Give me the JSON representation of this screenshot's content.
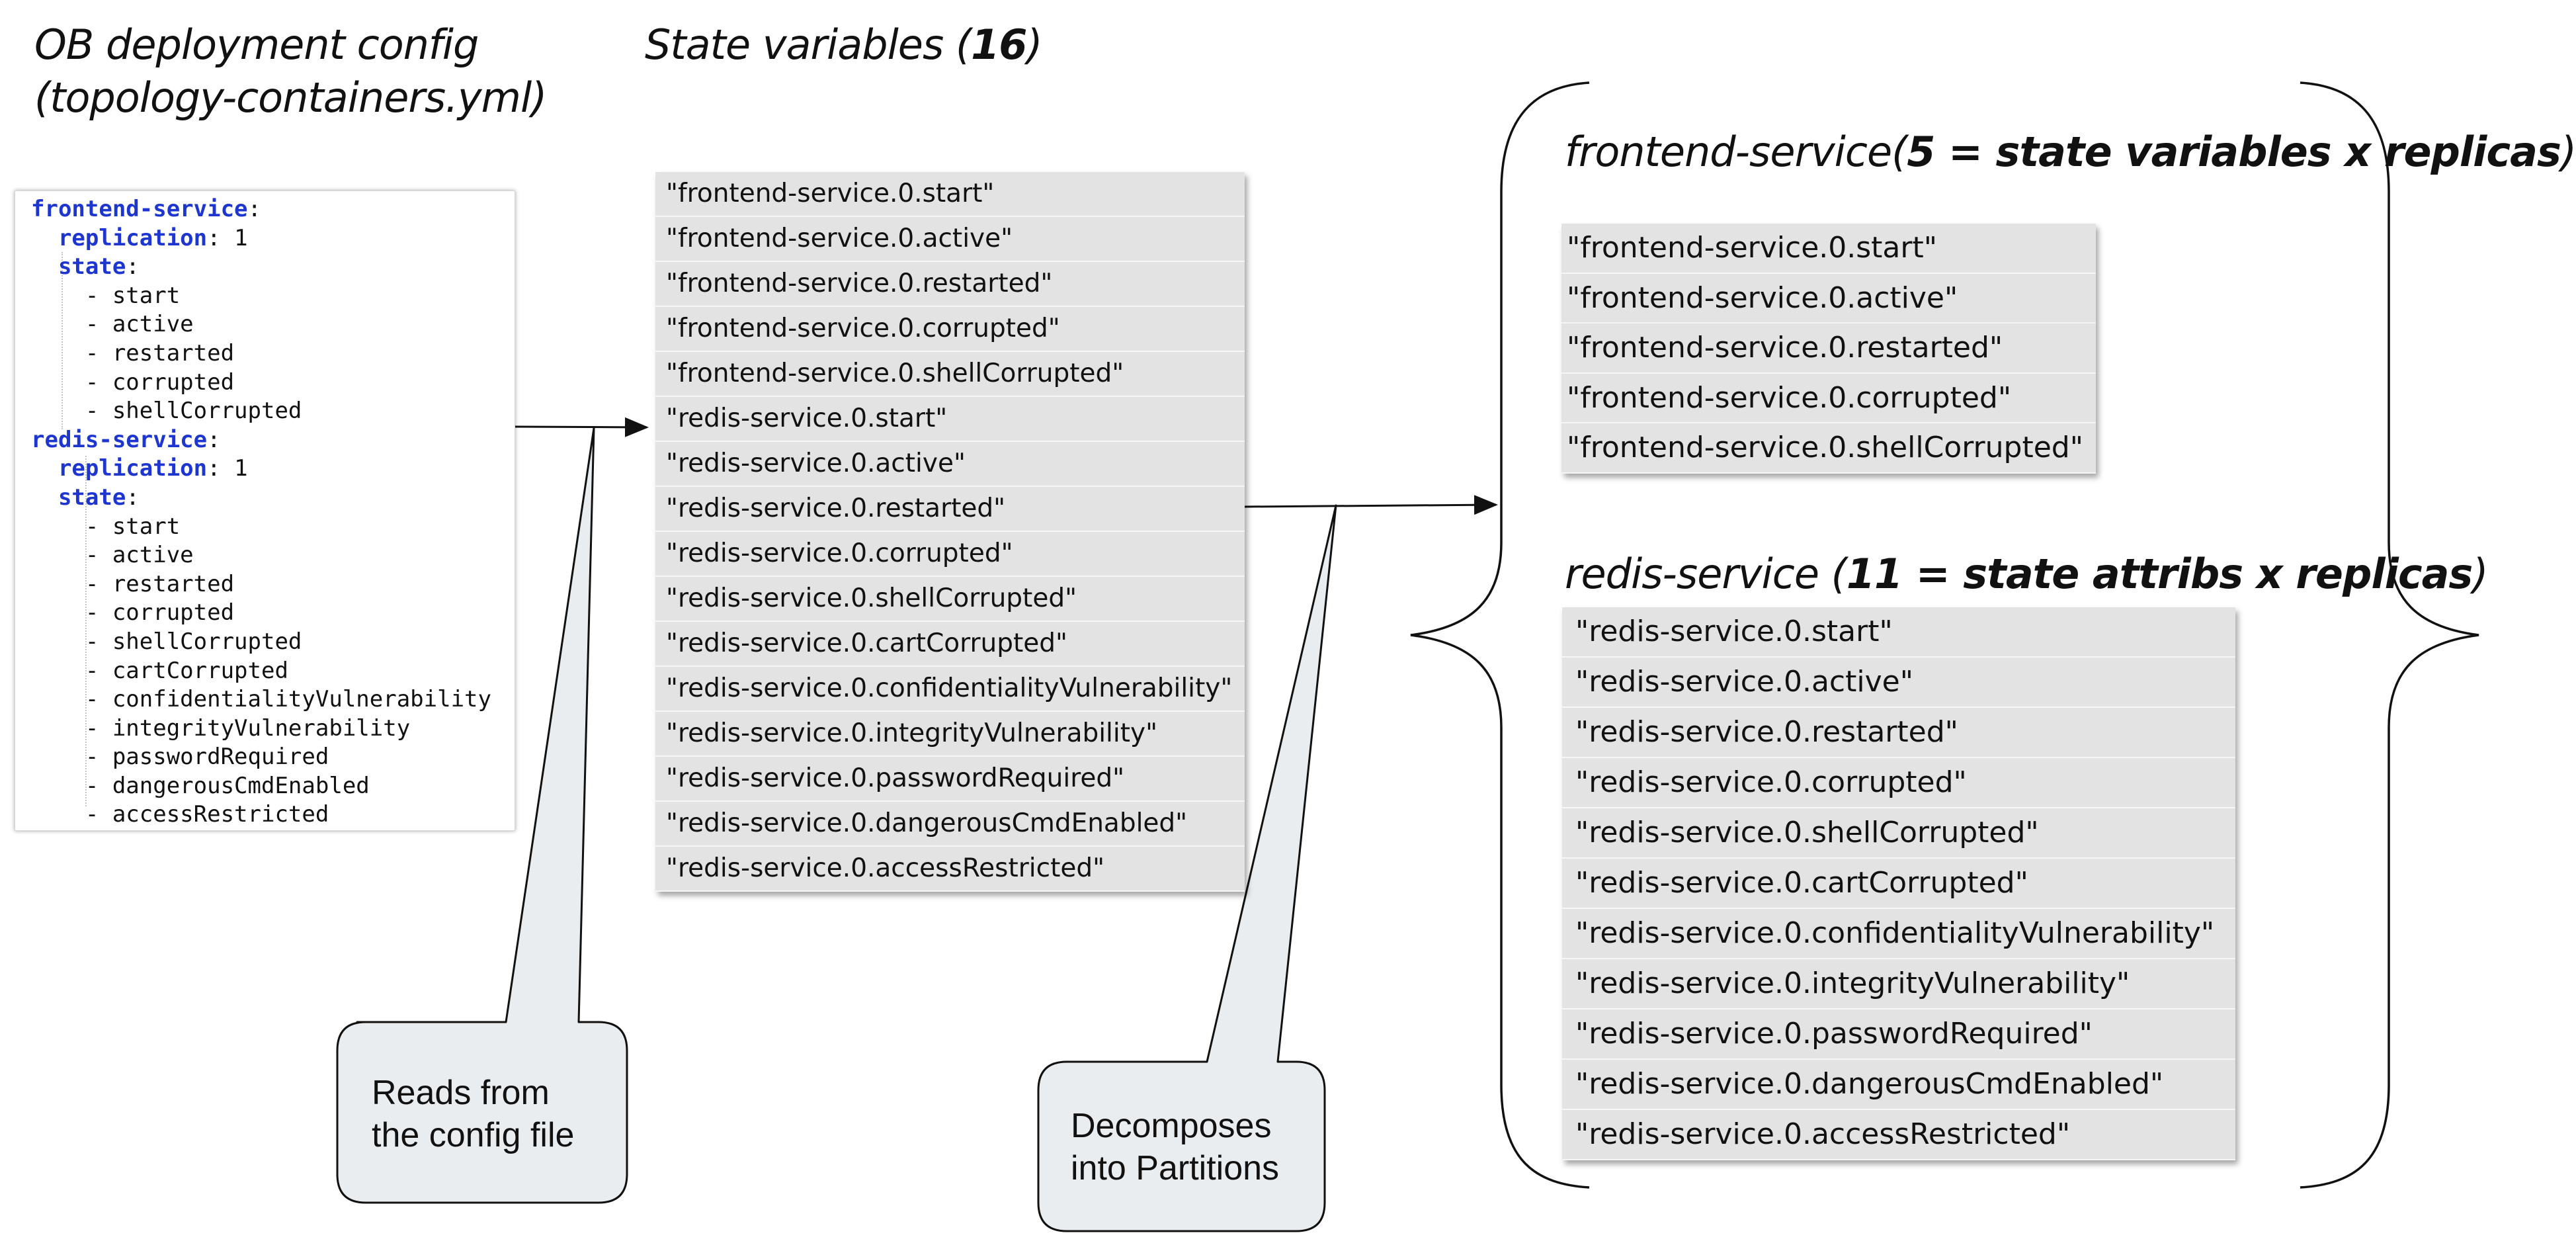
{
  "titles": {
    "config_line1": "OB deployment config",
    "config_line2": "(topology-containers.yml)",
    "state_vars_prefix": "State variables (",
    "state_vars_count": "16",
    "state_vars_suffix": ")",
    "frontend_prefix": "frontend-service(",
    "frontend_bold": "5 = state variables x replicas",
    "frontend_suffix": ")",
    "redis_prefix": "redis-service (",
    "redis_bold": "11 = state attribs x replicas",
    "redis_suffix": ")"
  },
  "yaml": [
    {
      "indent": "",
      "key": "frontend-service",
      "rest": ":"
    },
    {
      "indent": "  ",
      "key": "replication",
      "rest": ": 1"
    },
    {
      "indent": "  ",
      "key": "state",
      "rest": ":"
    },
    {
      "indent": "    ",
      "key": "",
      "rest": "- start"
    },
    {
      "indent": "    ",
      "key": "",
      "rest": "- active"
    },
    {
      "indent": "    ",
      "key": "",
      "rest": "- restarted"
    },
    {
      "indent": "    ",
      "key": "",
      "rest": "- corrupted"
    },
    {
      "indent": "    ",
      "key": "",
      "rest": "- shellCorrupted"
    },
    {
      "indent": "",
      "key": "redis-service",
      "rest": ":"
    },
    {
      "indent": "  ",
      "key": "replication",
      "rest": ": 1"
    },
    {
      "indent": "  ",
      "key": "state",
      "rest": ":"
    },
    {
      "indent": "    ",
      "key": "",
      "rest": "- start"
    },
    {
      "indent": "    ",
      "key": "",
      "rest": "- active"
    },
    {
      "indent": "    ",
      "key": "",
      "rest": "- restarted"
    },
    {
      "indent": "    ",
      "key": "",
      "rest": "- corrupted"
    },
    {
      "indent": "    ",
      "key": "",
      "rest": "- shellCorrupted"
    },
    {
      "indent": "    ",
      "key": "",
      "rest": "- cartCorrupted"
    },
    {
      "indent": "    ",
      "key": "",
      "rest": "- confidentialityVulnerability"
    },
    {
      "indent": "    ",
      "key": "",
      "rest": "- integrityVulnerability"
    },
    {
      "indent": "    ",
      "key": "",
      "rest": "- passwordRequired"
    },
    {
      "indent": "    ",
      "key": "",
      "rest": "- dangerousCmdEnabled"
    },
    {
      "indent": "    ",
      "key": "",
      "rest": "- accessRestricted"
    }
  ],
  "state_variables": [
    "\"frontend-service.0.start\"",
    "\"frontend-service.0.active\"",
    "\"frontend-service.0.restarted\"",
    "\"frontend-service.0.corrupted\"",
    "\"frontend-service.0.shellCorrupted\"",
    "\"redis-service.0.start\"",
    "\"redis-service.0.active\"",
    "\"redis-service.0.restarted\"",
    "\"redis-service.0.corrupted\"",
    "\"redis-service.0.shellCorrupted\"",
    "\"redis-service.0.cartCorrupted\"",
    "\"redis-service.0.confidentialityVulnerability\"",
    "\"redis-service.0.integrityVulnerability\"",
    "\"redis-service.0.passwordRequired\"",
    "\"redis-service.0.dangerousCmdEnabled\"",
    "\"redis-service.0.accessRestricted\""
  ],
  "frontend_partition": [
    "\"frontend-service.0.start\"",
    "\"frontend-service.0.active\"",
    "\"frontend-service.0.restarted\"",
    "\"frontend-service.0.corrupted\"",
    "\"frontend-service.0.shellCorrupted\""
  ],
  "redis_partition": [
    "\"redis-service.0.start\"",
    "\"redis-service.0.active\"",
    "\"redis-service.0.restarted\"",
    "\"redis-service.0.corrupted\"",
    "\"redis-service.0.shellCorrupted\"",
    "\"redis-service.0.cartCorrupted\"",
    "\"redis-service.0.confidentialityVulnerability\"",
    "\"redis-service.0.integrityVulnerability\"",
    "\"redis-service.0.passwordRequired\"",
    "\"redis-service.0.dangerousCmdEnabled\"",
    "\"redis-service.0.accessRestricted\""
  ],
  "callouts": {
    "reads_line1": "Reads from",
    "reads_line2": "the config file",
    "decomposes_line1": "Decomposes",
    "decomposes_line2": "into Partitions"
  },
  "colors": {
    "yaml_key": "#1e36d0",
    "list_bg": "#e3e3e3",
    "callout_bg": "#e9edf0"
  }
}
